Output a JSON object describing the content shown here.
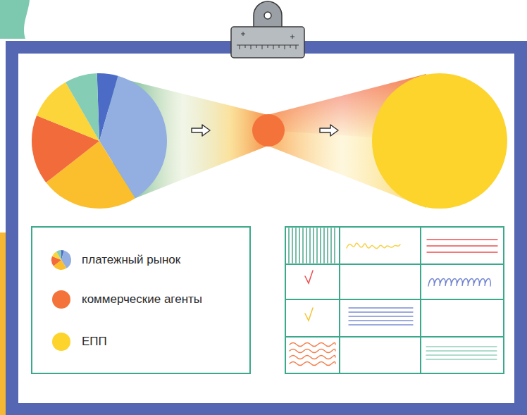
{
  "diagram": {
    "legend": [
      {
        "text": "платежный рынок"
      },
      {
        "text": "коммерческие агенты",
        "color": "#f4733a"
      },
      {
        "text": "ЕПП",
        "color": "#fcd42c"
      }
    ]
  }
}
